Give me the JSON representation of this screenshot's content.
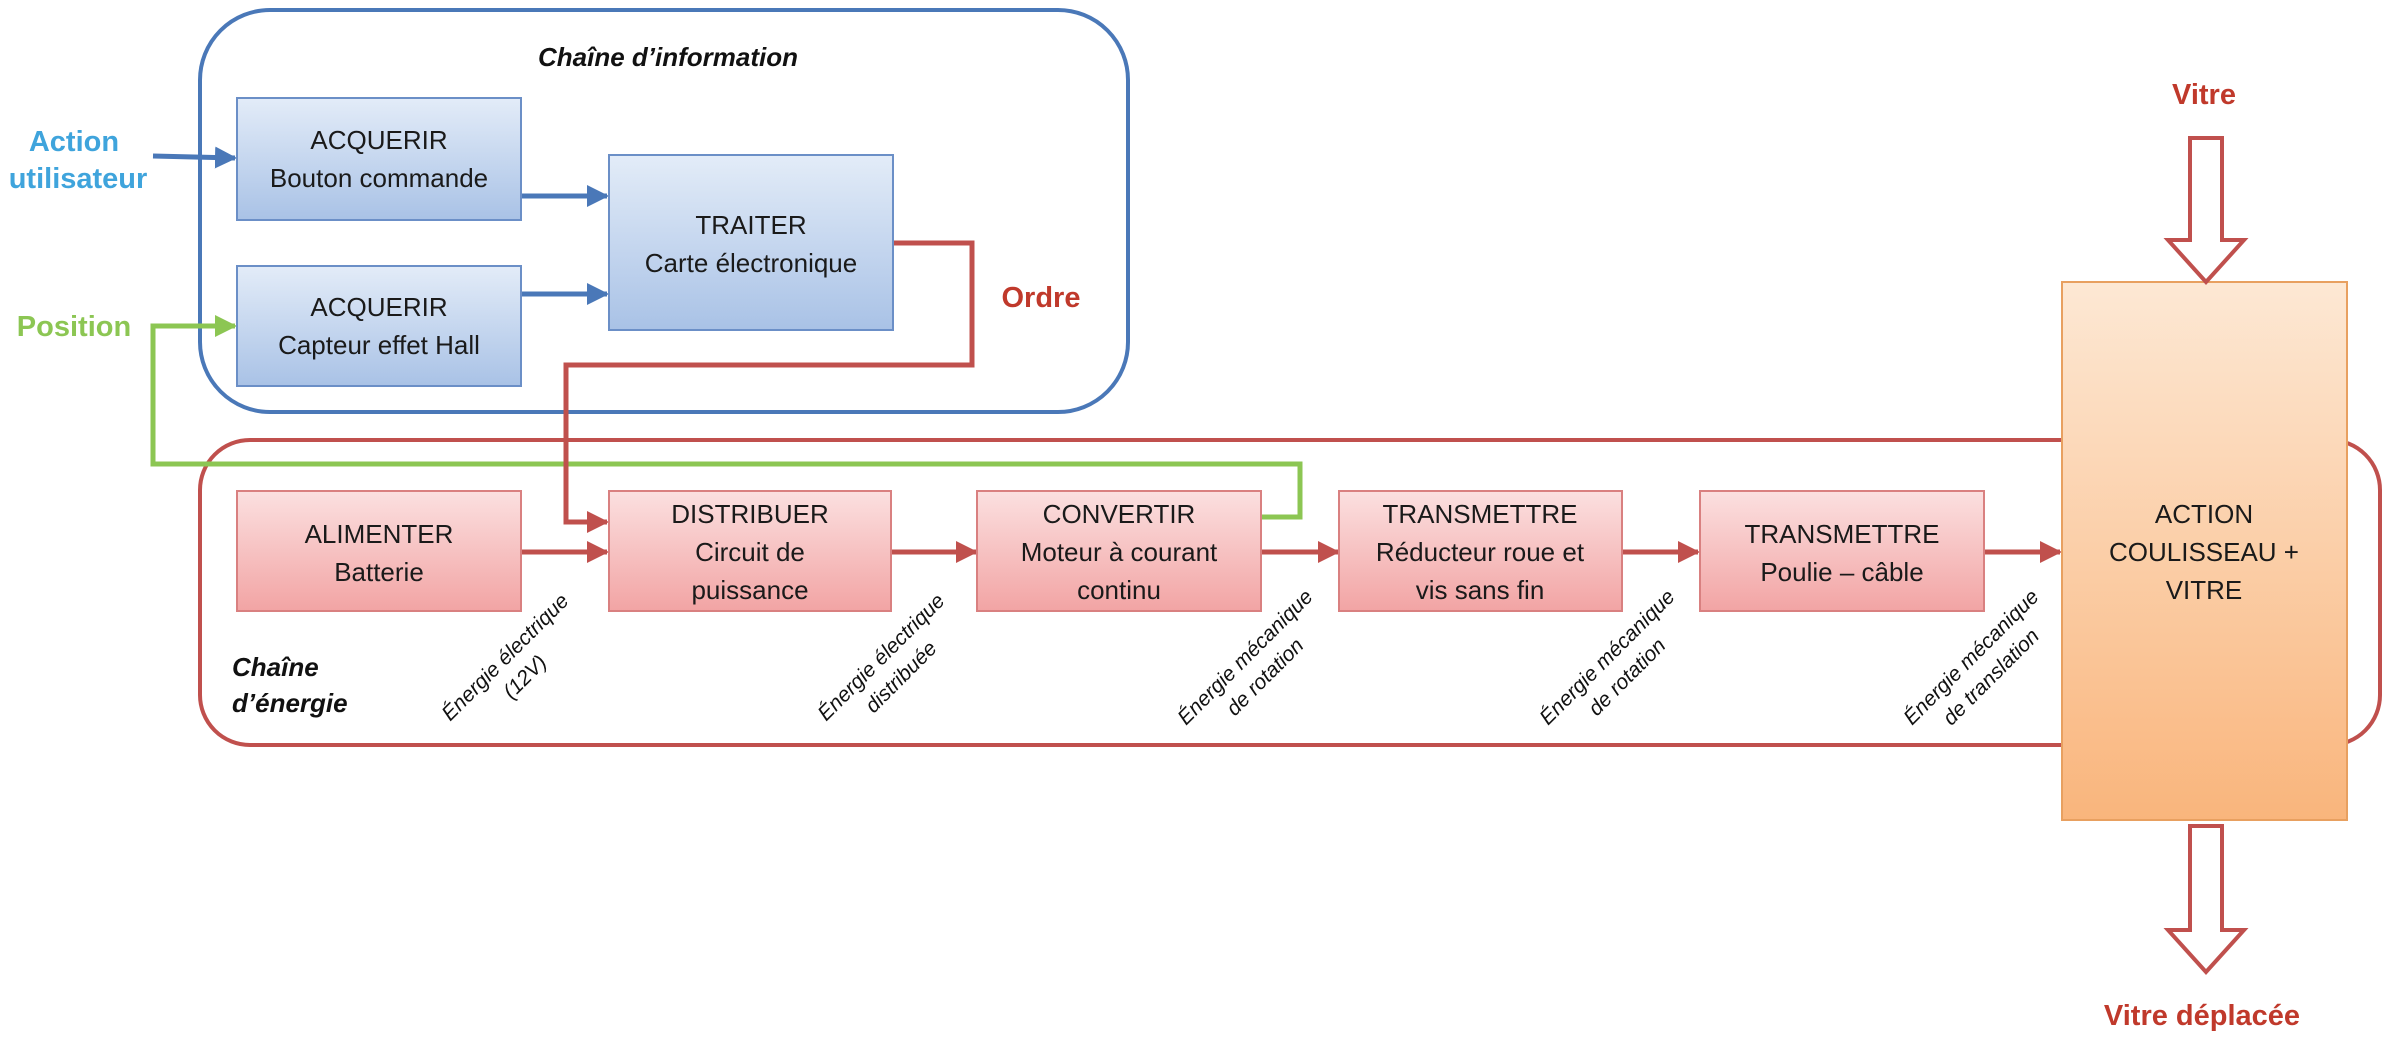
{
  "info_chain": {
    "title": "Chaîne d’information"
  },
  "energy_chain": {
    "title_line1": "Chaîne",
    "title_line2": "d’énergie"
  },
  "inputs": {
    "action_line1": "Action",
    "action_line2": "utilisateur",
    "position": "Position",
    "ordre": "Ordre",
    "vitre": "Vitre",
    "vitre_deplacee": "Vitre déplacée"
  },
  "blocks": {
    "acq_bouton": {
      "line1": "ACQUERIR",
      "line2": "Bouton commande"
    },
    "acq_hall": {
      "line1": "ACQUERIR",
      "line2": "Capteur effet Hall"
    },
    "traiter": {
      "line1": "TRAITER",
      "line2": "Carte électronique"
    },
    "alimenter": {
      "line1": "ALIMENTER",
      "line2": "Batterie"
    },
    "distribuer": {
      "line1": "DISTRIBUER",
      "line2": "Circuit de",
      "line3": "puissance"
    },
    "convertir": {
      "line1": "CONVERTIR",
      "line2": "Moteur à courant",
      "line3": "continu"
    },
    "transmettre1": {
      "line1": "TRANSMETTRE",
      "line2": "Réducteur roue et",
      "line3": "vis sans fin"
    },
    "transmettre2": {
      "line1": "TRANSMETTRE",
      "line2": "Poulie – câble"
    },
    "action": {
      "line1": "ACTION",
      "line2": "COULISSEAU +",
      "line3": "VITRE"
    }
  },
  "energy_labels": {
    "e1": {
      "line1": "Énergie électrique",
      "line2": "(12V)"
    },
    "e2": {
      "line1": "Énergie électrique",
      "line2": "distribuée"
    },
    "e3": {
      "line1": "Énergie mécanique",
      "line2": "de rotation"
    },
    "e4": {
      "line1": "Énergie mécanique",
      "line2": "de rotation"
    },
    "e5": {
      "line1": "Énergie mécanique",
      "line2": "de translation"
    }
  },
  "colors": {
    "info_frame": "#4a78b8",
    "energy_frame": "#c0504d",
    "blue_arrow": "#4a78b8",
    "red_arrow": "#c0504d",
    "green_arrow": "#8cc653",
    "action_text": "#3fa4dc",
    "position_text": "#8cc653",
    "ordre_text": "#c0392b"
  }
}
